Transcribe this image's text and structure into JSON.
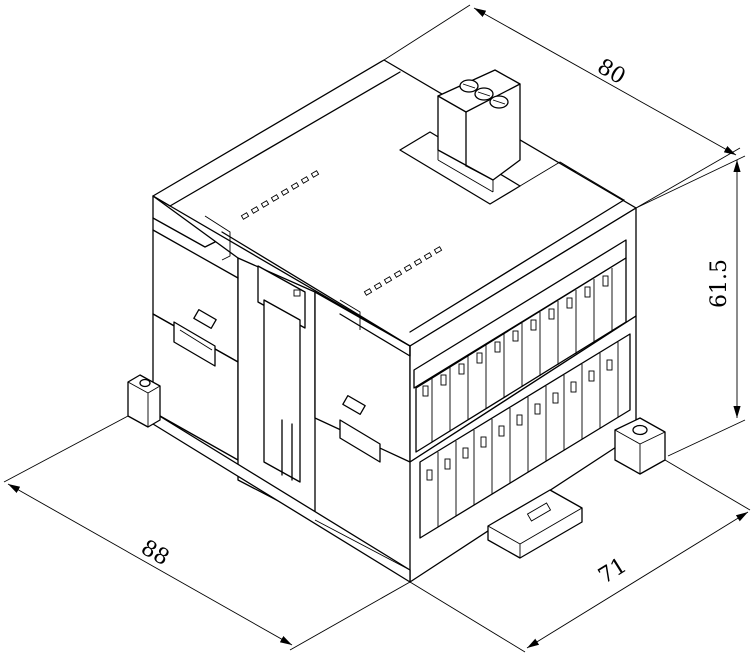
{
  "dimensions": {
    "width": "80",
    "height": "61.5",
    "length": "88",
    "depth": "71"
  }
}
